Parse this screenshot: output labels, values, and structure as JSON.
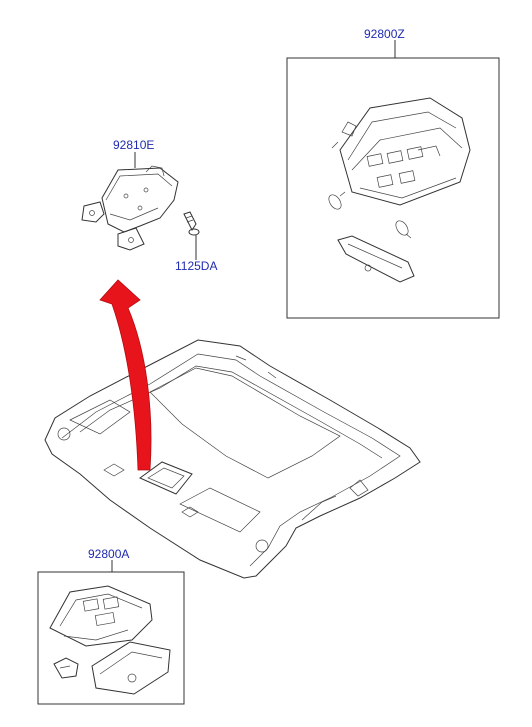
{
  "labels": {
    "dome_lamp_assy_z": "92800Z",
    "bracket": "92810E",
    "screw": "1125DA",
    "dome_lamp_assy_a": "92800A"
  },
  "colors": {
    "label_text": "#1f2bb0",
    "arrow": "#e8141c",
    "line": "#333333"
  },
  "icons": {
    "arrow": "curved-arrow-icon"
  }
}
